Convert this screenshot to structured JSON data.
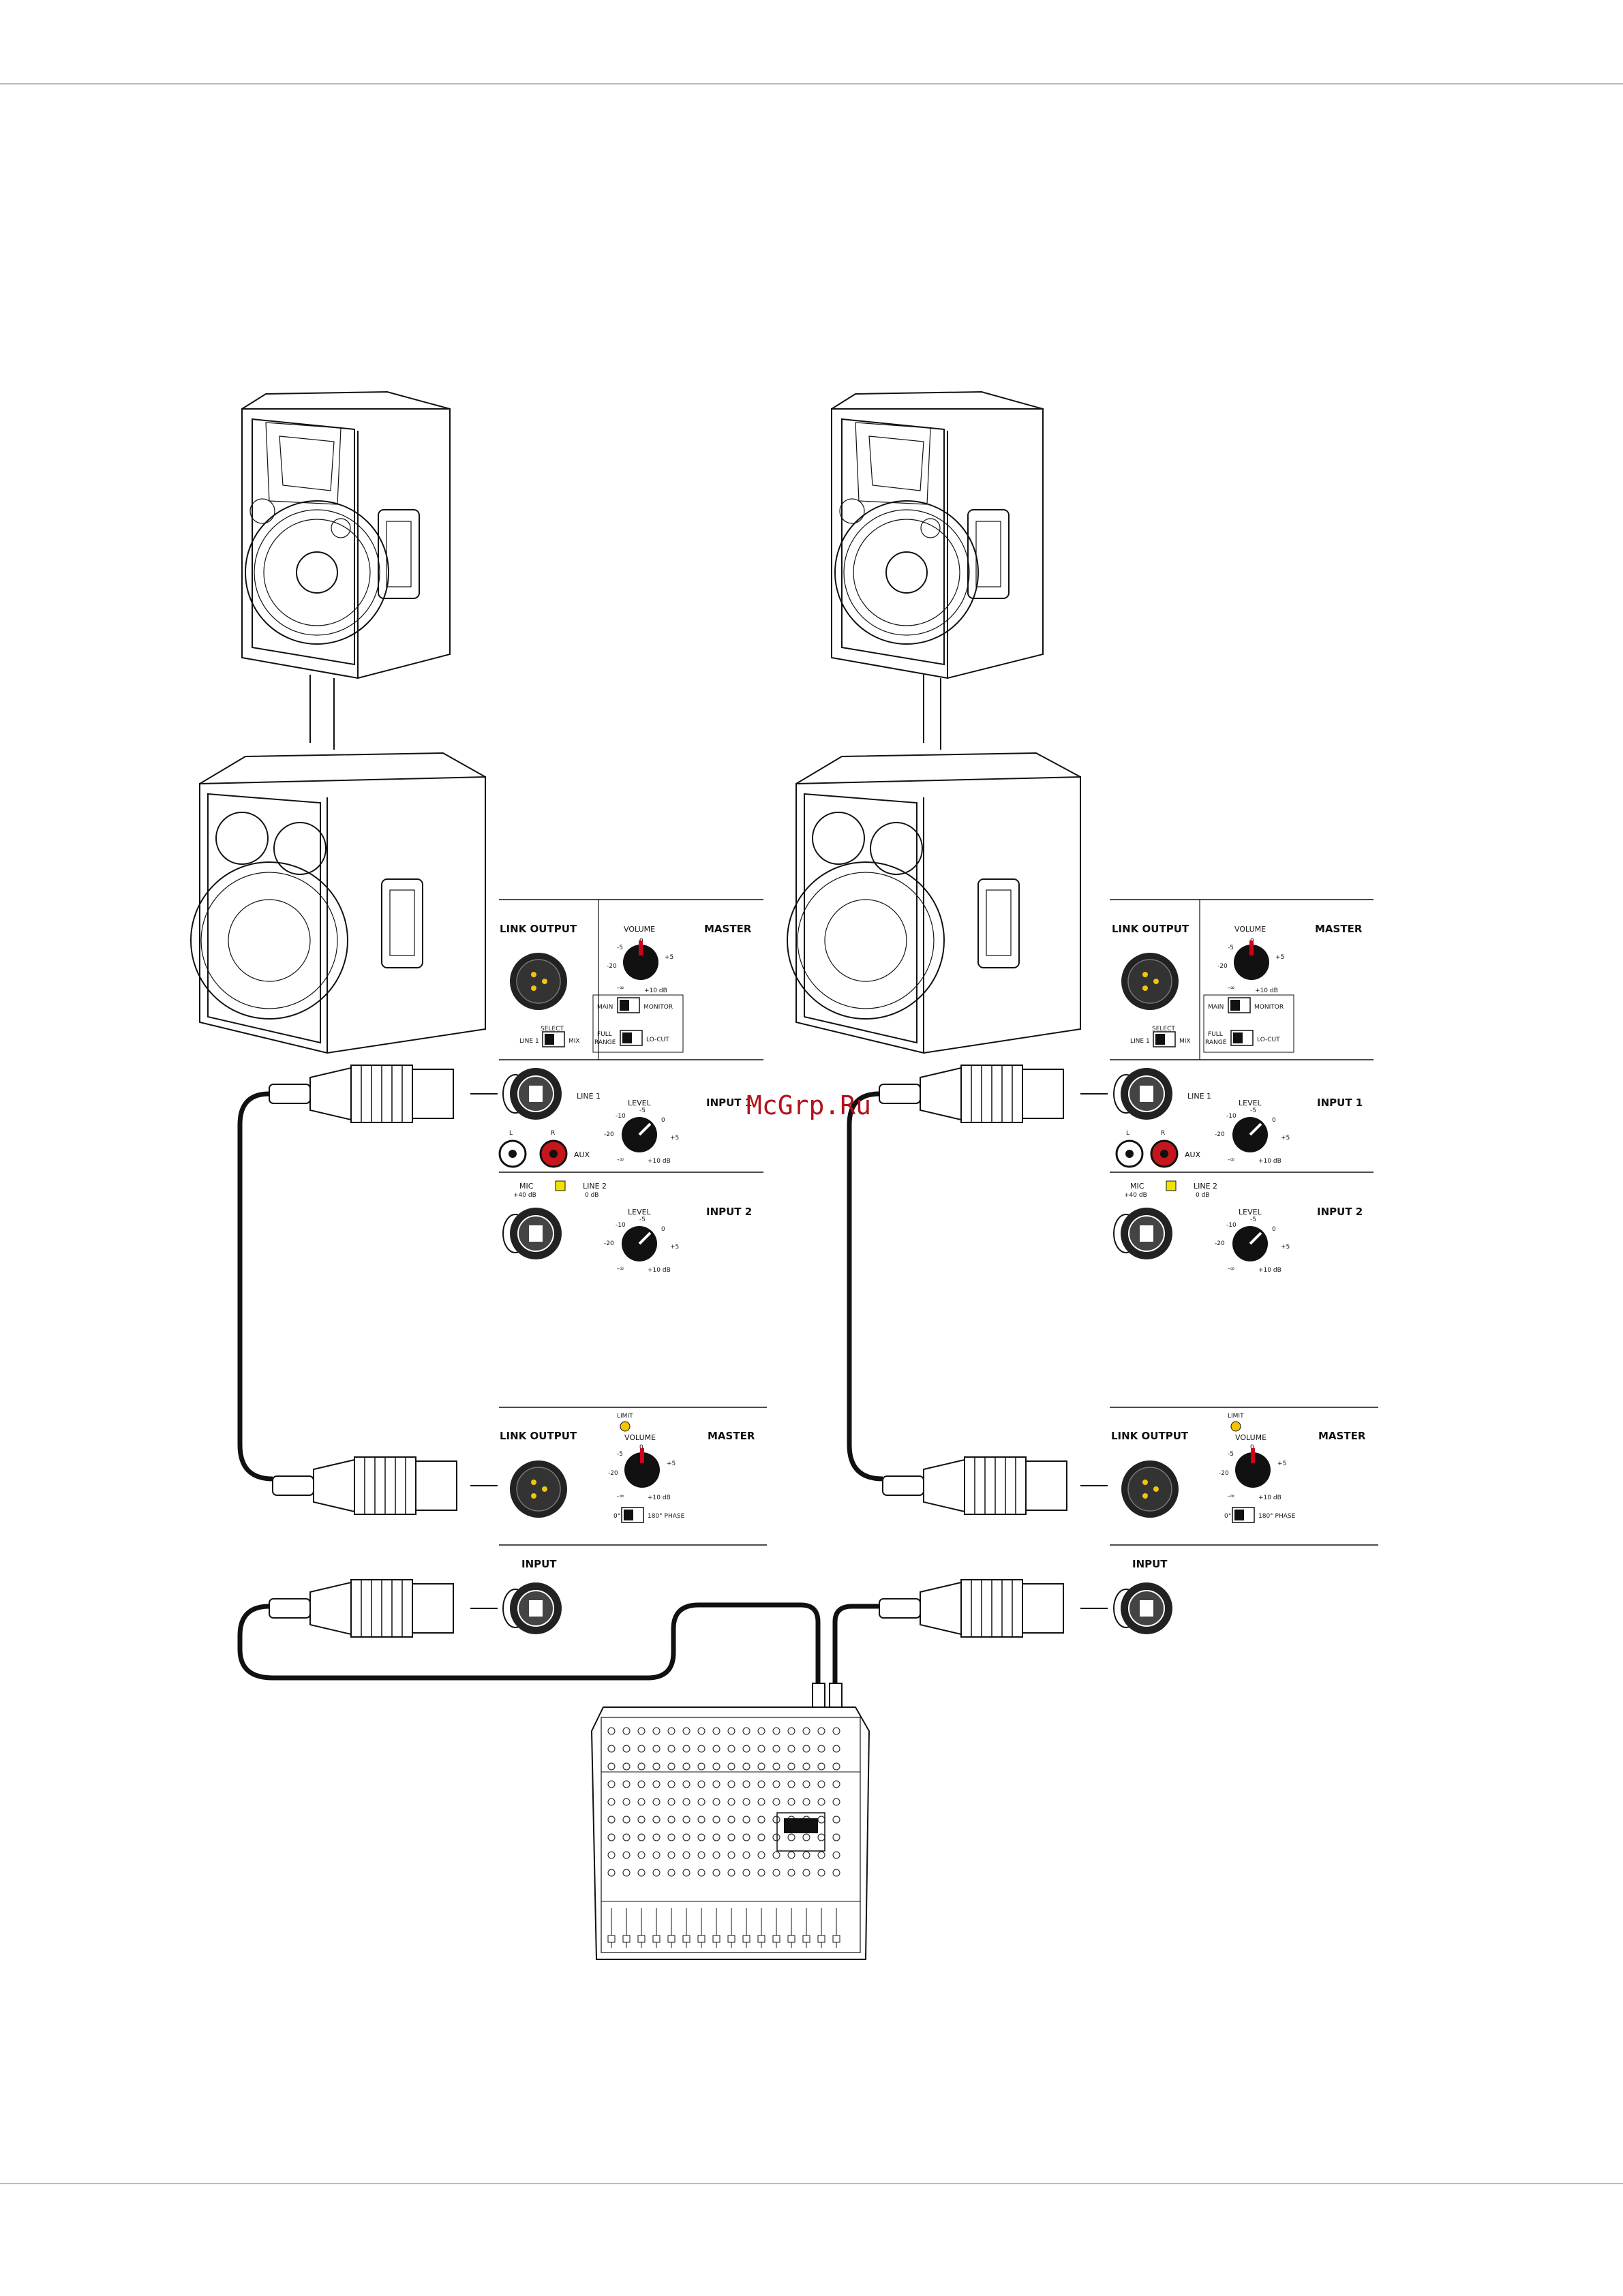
{
  "watermark": "McGrp.Ru",
  "speaker_panel": {
    "link_output": "LINK OUTPUT",
    "master": "MASTER",
    "volume": "VOLUME",
    "main": "MAIN",
    "monitor": "MONITOR",
    "select": "SELECT",
    "line1": "LINE 1",
    "mix": "MIX",
    "full": "FULL",
    "range": "RANGE",
    "lo_cut": "LO-CUT",
    "input1": "INPUT 1",
    "line1_jack": "LINE 1",
    "level": "LEVEL",
    "aux": "AUX",
    "l": "L",
    "r": "R",
    "mic": "MIC",
    "mic_gain": "+40 dB",
    "line2": "LINE 2",
    "line2_gain": "0 dB",
    "input2": "INPUT 2"
  },
  "sub_panel": {
    "limit": "LIMIT",
    "link_output": "LINK OUTPUT",
    "volume": "VOLUME",
    "master": "MASTER",
    "zero_deg": "0°",
    "phase": "180° PHASE",
    "input": "INPUT"
  },
  "scale": {
    "m5": "-5",
    "zero": "0",
    "p5": "+5",
    "m10": "-10",
    "m20": "-20",
    "inf": "-∞",
    "p10db": "+10 dB"
  }
}
